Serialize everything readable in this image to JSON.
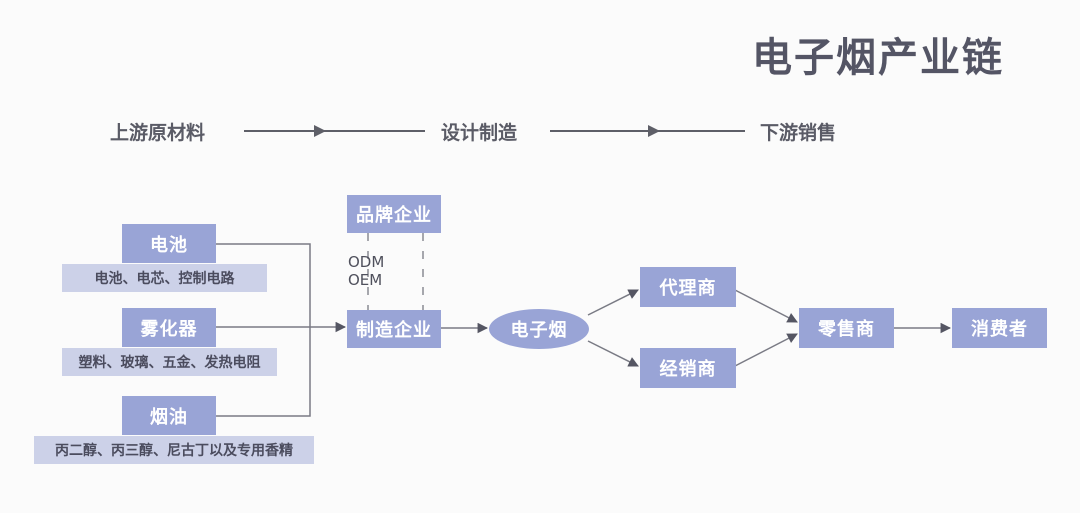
{
  "title": "电子烟产业链",
  "stages": [
    "上游原材料",
    "设计制造",
    "下游销售"
  ],
  "upstream": [
    {
      "label": "电池",
      "detail": "电池、电芯、控制电路"
    },
    {
      "label": "雾化器",
      "detail": "塑料、玻璃、五金、发热电阻"
    },
    {
      "label": "烟油",
      "detail": "丙二醇、丙三醇、尼古丁以及专用香精"
    }
  ],
  "manufacturing": {
    "brand": "品牌企业",
    "relation": [
      "ODM",
      "OEM"
    ],
    "maker": "制造企业"
  },
  "product": "电子烟",
  "channels": [
    "代理商",
    "经销商"
  ],
  "retailer": "零售商",
  "consumer": "消费者",
  "colors": {
    "box": "#99a4d6",
    "detail": "#ccd1e8",
    "line": "#7a7b85",
    "title": "#545565"
  }
}
